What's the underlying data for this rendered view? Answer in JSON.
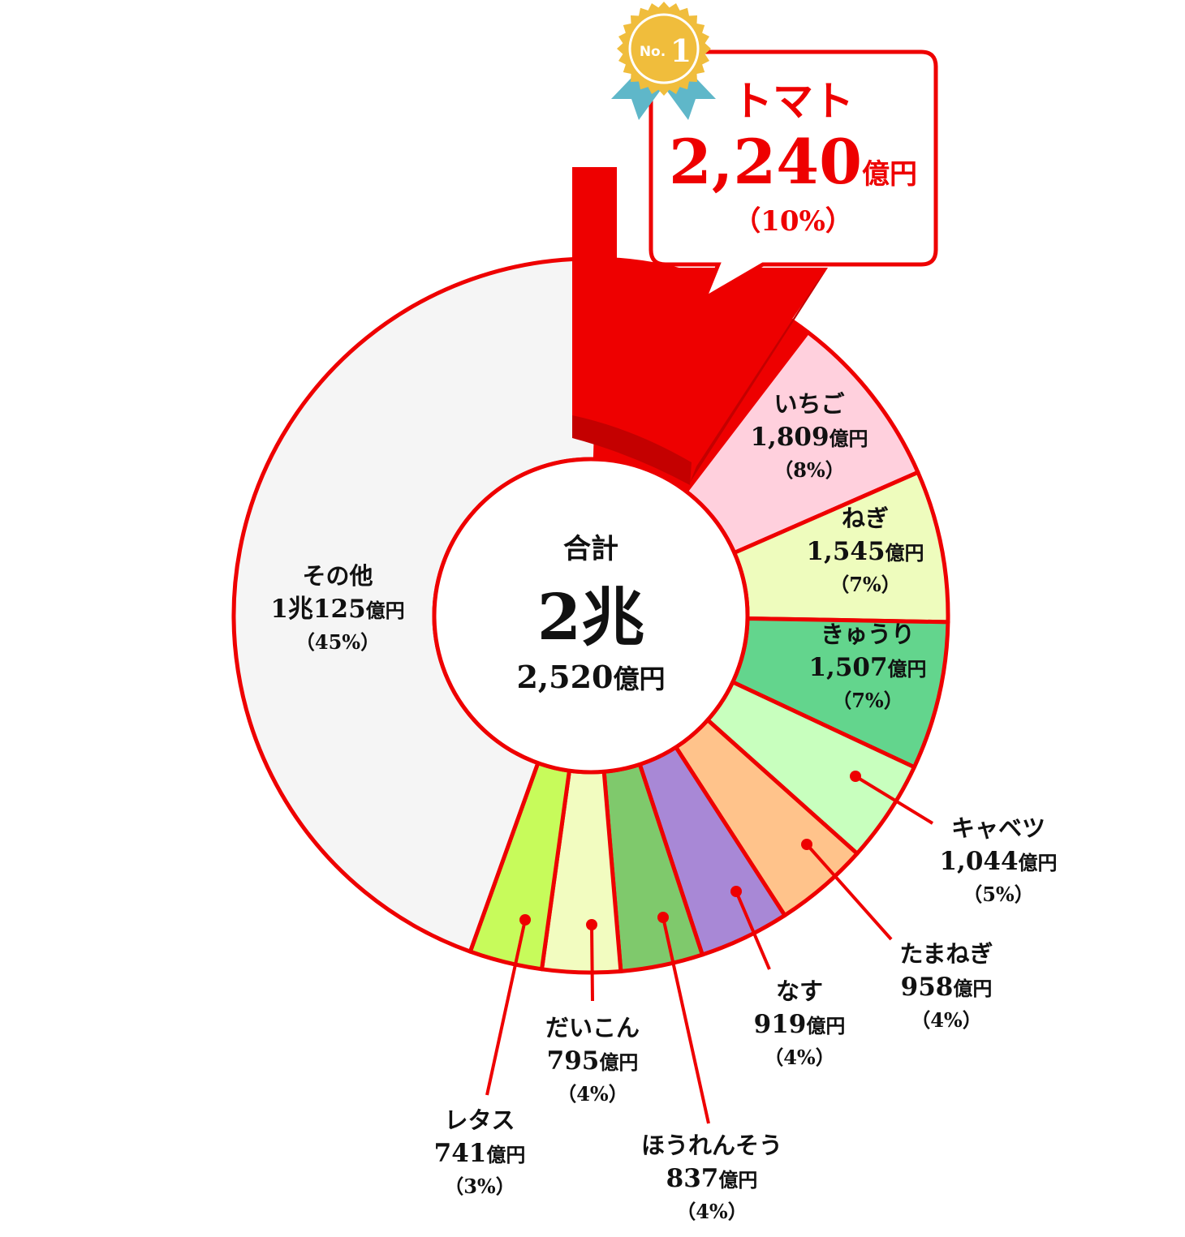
{
  "chart_data": {
    "type": "pie",
    "variant": "donut",
    "unit": "億円",
    "total": {
      "title": "合計",
      "big": "2兆",
      "sub_value": "2,520",
      "sub_unit": "億円"
    },
    "slices": [
      {
        "key": "tomato",
        "label": "トマト",
        "value_text": "2,240",
        "unit": "億円",
        "value": 2240,
        "percent": 10,
        "percent_text": "（10%）",
        "color": "#ee0000"
      },
      {
        "key": "strawberry",
        "label": "いちご",
        "value_text": "1,809",
        "unit": "億円",
        "value": 1809,
        "percent": 8,
        "percent_text": "（8%）",
        "color": "#ffd0dd"
      },
      {
        "key": "negi",
        "label": "ねぎ",
        "value_text": "1,545",
        "unit": "億円",
        "value": 1545,
        "percent": 7,
        "percent_text": "（7%）",
        "color": "#eefcbd"
      },
      {
        "key": "cucumber",
        "label": "きゅうり",
        "value_text": "1,507",
        "unit": "億円",
        "value": 1507,
        "percent": 7,
        "percent_text": "（7%）",
        "color": "#63d58d"
      },
      {
        "key": "cabbage",
        "label": "キャベツ",
        "value_text": "1,044",
        "unit": "億円",
        "value": 1044,
        "percent": 5,
        "percent_text": "（5%）",
        "color": "#c8ffbe"
      },
      {
        "key": "onion",
        "label": "たまねぎ",
        "value_text": "958",
        "unit": "億円",
        "value": 958,
        "percent": 4,
        "percent_text": "（4%）",
        "color": "#ffc38b"
      },
      {
        "key": "eggplant",
        "label": "なす",
        "value_text": "919",
        "unit": "億円",
        "value": 919,
        "percent": 4,
        "percent_text": "（4%）",
        "color": "#a888d6"
      },
      {
        "key": "spinach",
        "label": "ほうれんそう",
        "value_text": "837",
        "unit": "億円",
        "value": 837,
        "percent": 4,
        "percent_text": "（4%）",
        "color": "#7fc96c"
      },
      {
        "key": "daikon",
        "label": "だいこん",
        "value_text": "795",
        "unit": "億円",
        "value": 795,
        "percent": 4,
        "percent_text": "（4%）",
        "color": "#f2fcc0"
      },
      {
        "key": "lettuce",
        "label": "レタス",
        "value_text": "741",
        "unit": "億円",
        "value": 741,
        "percent": 3,
        "percent_text": "（3%）",
        "color": "#c7fb5b"
      },
      {
        "key": "other",
        "label": "その他",
        "value_text": "1兆125",
        "unit": "億円",
        "value": 10125,
        "percent": 45,
        "percent_text": "（45%）",
        "color": "#f5f5f5"
      }
    ],
    "highlight": {
      "badge_no": "No.",
      "badge_rank": "1",
      "label": "トマト",
      "value_text": "2,240",
      "unit": "億円",
      "percent_text": "（10%）"
    }
  }
}
